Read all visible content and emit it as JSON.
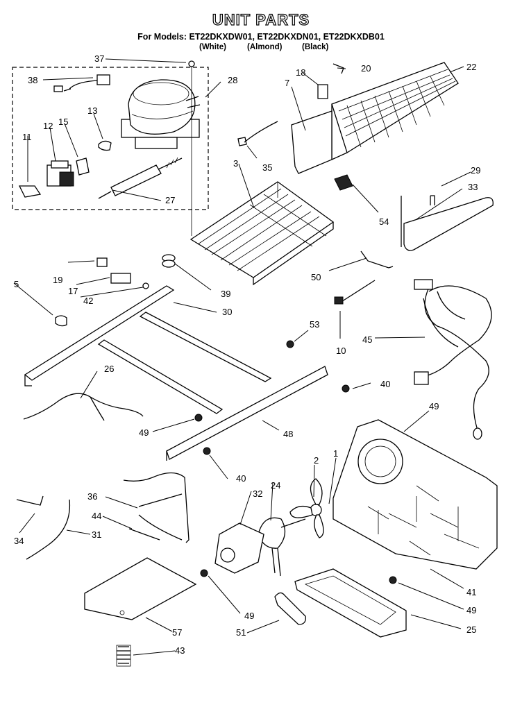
{
  "header": {
    "title": "UNIT PARTS",
    "models": "For Models: ET22DKXDW01, ET22DKXDN01, ET22DKXDB01",
    "colors": [
      "(White)",
      "(Almond)",
      "(Black)"
    ]
  },
  "callouts": [
    "37",
    "38",
    "28",
    "18",
    "20",
    "22",
    "7",
    "13",
    "12",
    "15",
    "11",
    "35",
    "3",
    "29",
    "33",
    "27",
    "54",
    "19",
    "17",
    "42",
    "5",
    "39",
    "30",
    "50",
    "10",
    "45",
    "53",
    "26",
    "40",
    "49",
    "48",
    "49",
    "40",
    "2",
    "1",
    "36",
    "32",
    "24",
    "44",
    "34",
    "31",
    "49",
    "41",
    "49",
    "51",
    "25",
    "57",
    "43"
  ]
}
